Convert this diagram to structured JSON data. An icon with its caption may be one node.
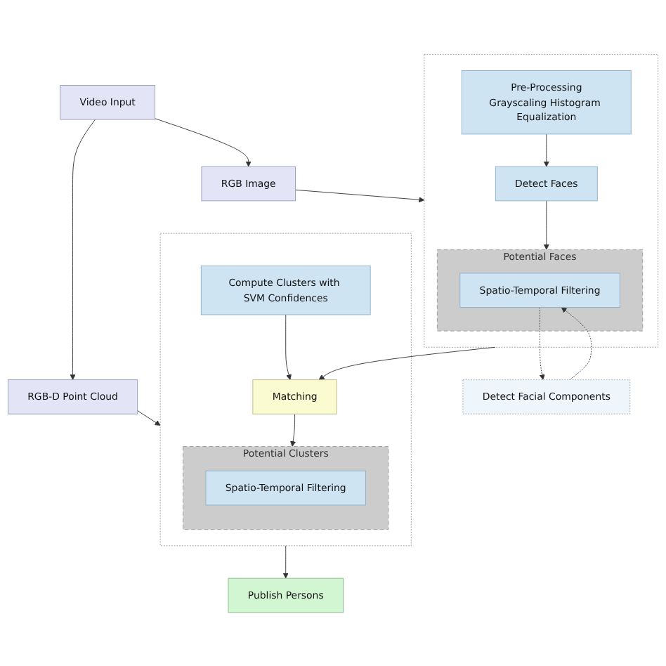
{
  "diagram": {
    "nodes": [
      {
        "text": [
          "Video Input"
        ]
      },
      {
        "text": [
          "RGB-D Point Cloud"
        ]
      },
      {
        "text": [
          "RGB Image"
        ]
      },
      {
        "text": [],
        "shape": "box"
      },
      {
        "text": [
          "Compute Clusters with SVM Confidences"
        ],
        "in": 3
      },
      {
        "text": [
          "Matching"
        ],
        "in": 3
      },
      {
        "text": [
          "Potential Clusters"
        ],
        "in": 3
      },
      {
        "text": [
          "Spatio-Temporal Filtering"
        ],
        "in": 6
      },
      {
        "text": [
          "Publish Persons"
        ]
      },
      {
        "text": [],
        "shape": "box"
      },
      {
        "text": [
          "Pre-Processing",
          "Grayscaling Histogram Equalization"
        ],
        "in": 9
      },
      {
        "text": [
          "Detect Faces"
        ],
        "in": 9
      },
      {
        "text": [
          "Potential Faces"
        ],
        "in": 9
      },
      {
        "text": [
          "Spatio-Temporal Filtering"
        ],
        "in": 12
      },
      {
        "text": [
          "Detect Facial Components"
        ]
      }
    ],
    "edges": [
      {
        "from": 0,
        "to": 1,
        "arrow": "to"
      },
      {
        "from": 0,
        "to": 2,
        "arrow": "to"
      },
      {
        "from": 1,
        "to": 3,
        "arrow": "to"
      },
      {
        "from": 2,
        "to": 9,
        "arrow": "to"
      },
      {
        "from": 4,
        "to": 5,
        "arrow": "to"
      },
      {
        "from": 5,
        "to": 6,
        "arrow": "to"
      },
      {
        "from": 10,
        "to": 11,
        "arrow": "to"
      },
      {
        "from": 11,
        "to": 12,
        "arrow": "to"
      },
      {
        "from": 9,
        "to": 5,
        "arrow": "to"
      },
      {
        "from": 13,
        "to": 14,
        "arrow": "to",
        "style": "dashed"
      },
      {
        "from": 14,
        "to": 13,
        "arrow": "to",
        "style": "dashed"
      },
      {
        "from": 3,
        "to": 8,
        "arrow": "to"
      }
    ]
  }
}
